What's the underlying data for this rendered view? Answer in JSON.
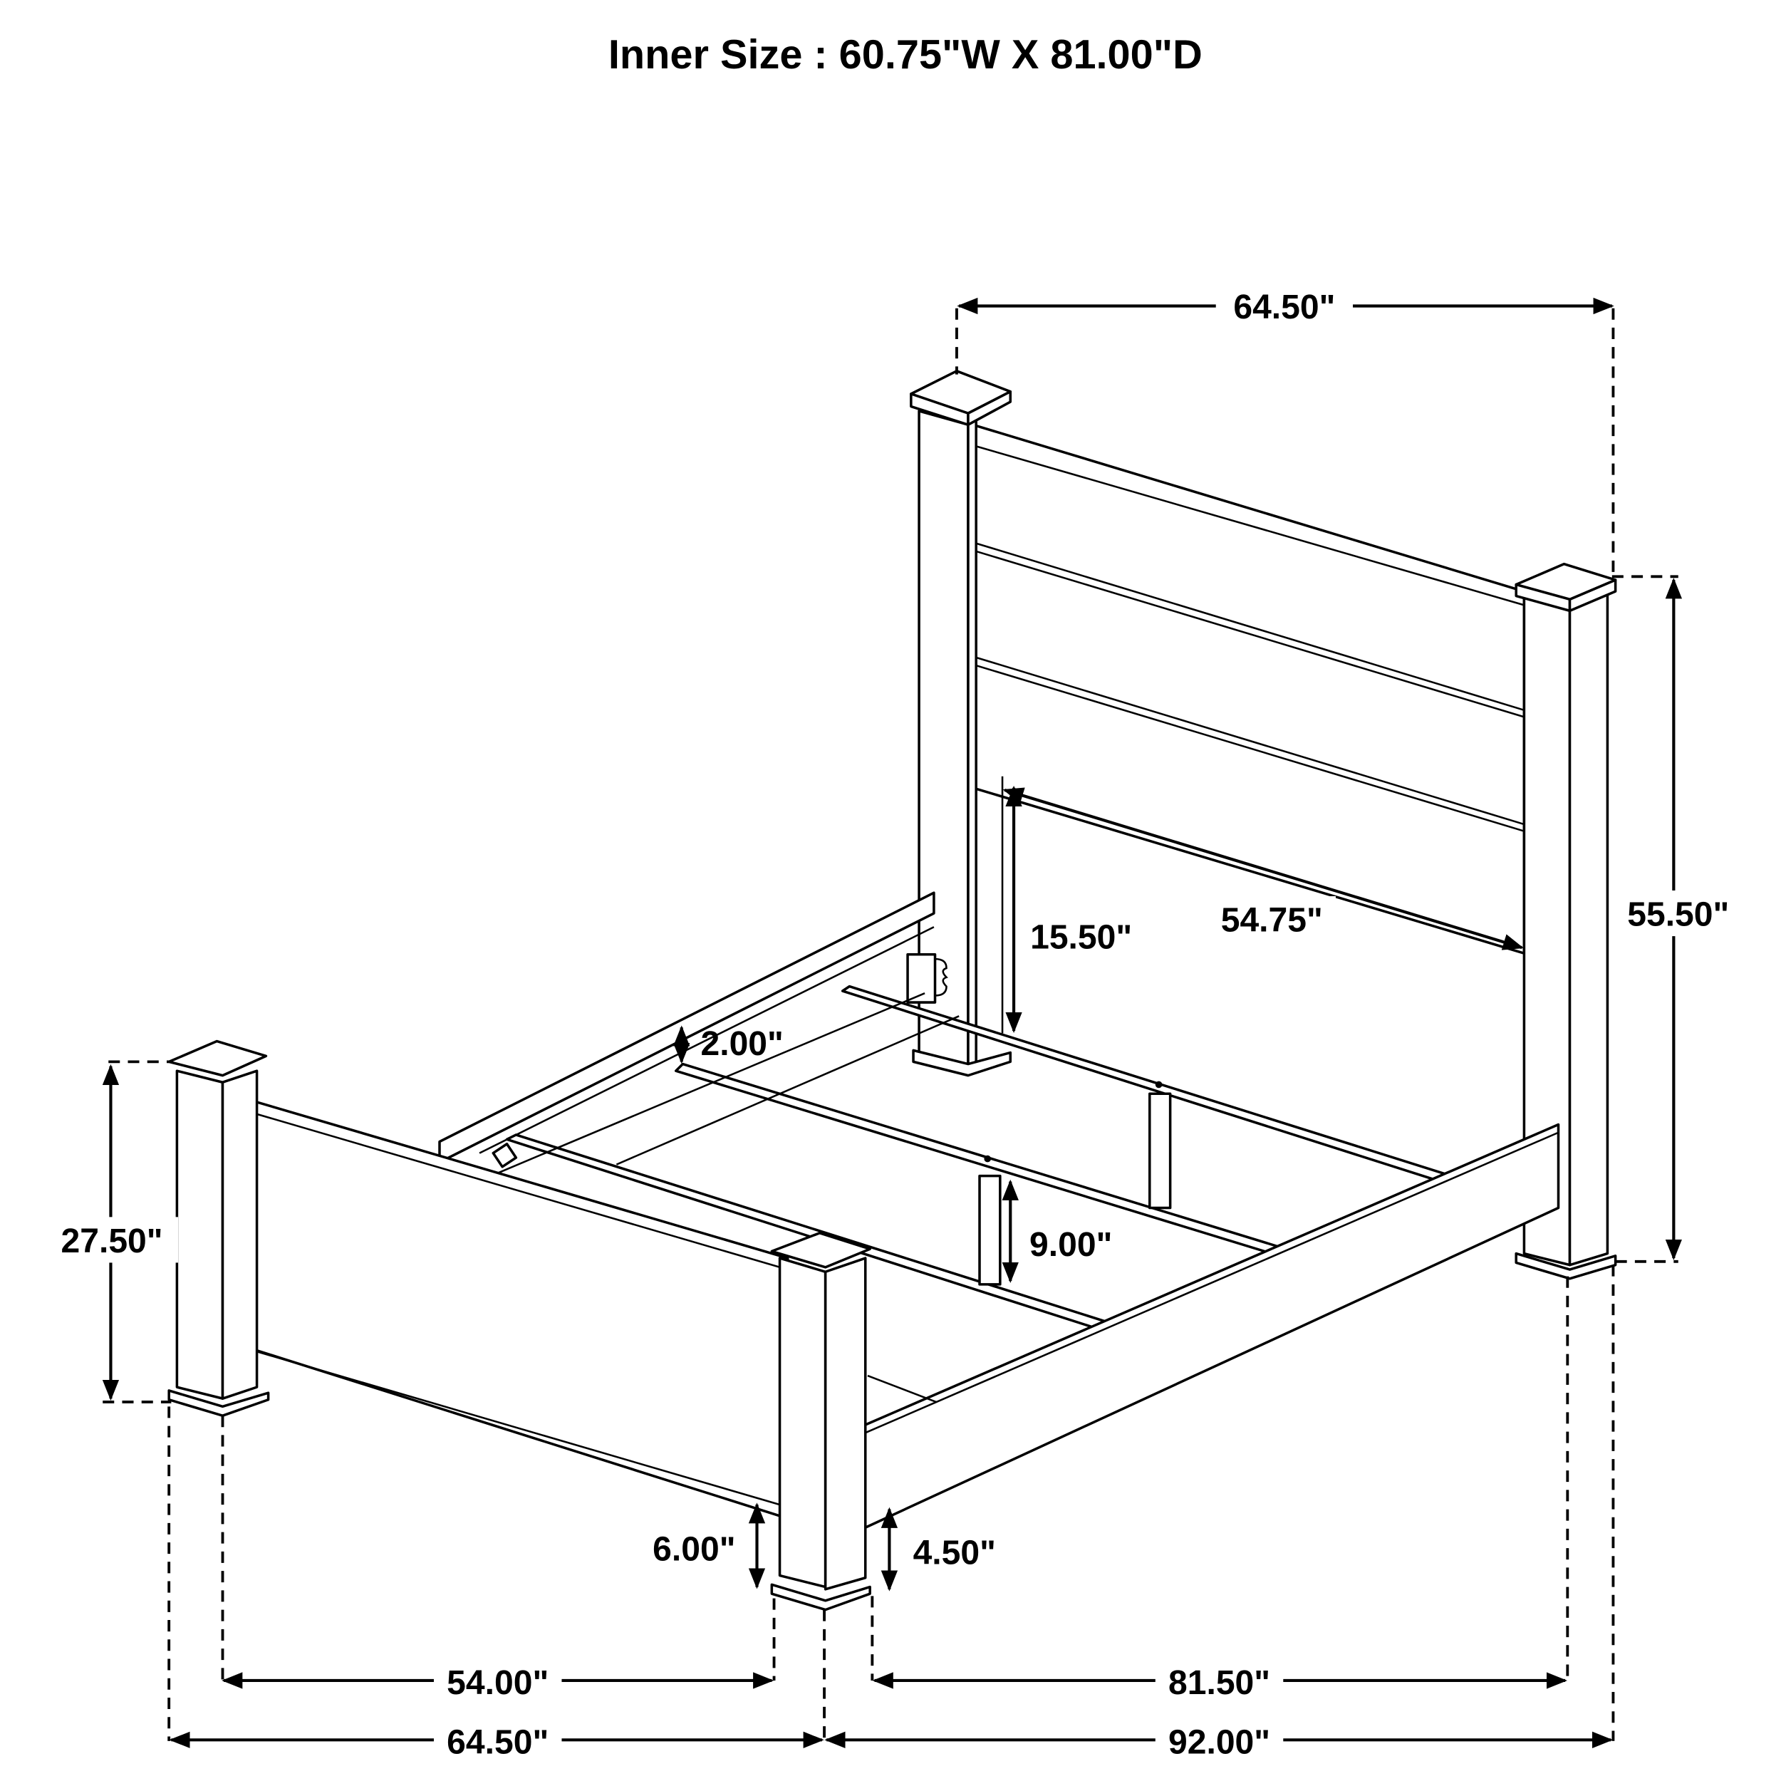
{
  "title": "Inner Size : 60.75\"W X 81.00\"D",
  "diagram": {
    "subject": "Poster bed dimension drawing (isometric line drawing)",
    "line_color": "#000000",
    "background": "#ffffff",
    "dimensions": {
      "headboard_width_top": "64.50\"",
      "headboard_height": "55.50\"",
      "headboard_inner_width": "54.75\"",
      "headboard_clearance": "15.50\"",
      "rail_height": "2.00\"",
      "slat_clearance": "9.00\"",
      "footboard_height": "27.50\"",
      "footboard_clearance": "6.00\"",
      "side_rail_clearance": "4.50\"",
      "footboard_inner_width": "54.00\"",
      "side_rail_length": "81.50\"",
      "overall_width": "64.50\"",
      "overall_length": "92.00\""
    }
  }
}
